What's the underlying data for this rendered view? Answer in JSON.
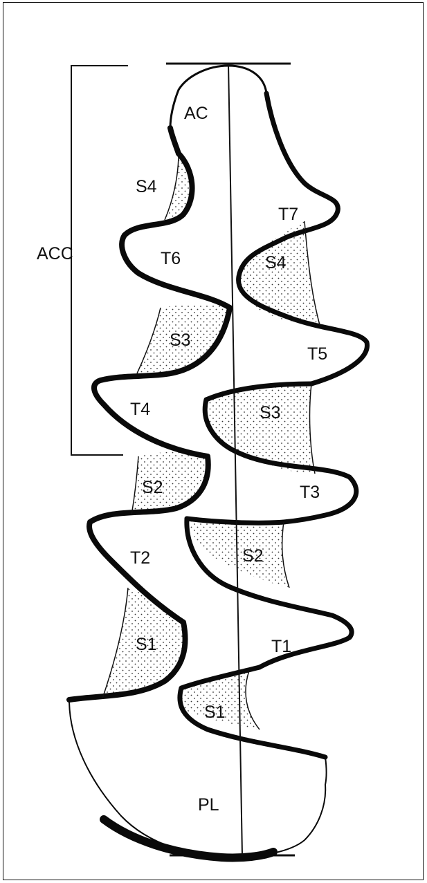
{
  "diagram": {
    "bracket_label": "ACC",
    "apex_label": "AC",
    "base_label": "PL",
    "left_side": {
      "triangles": [
        "T6",
        "T4",
        "T2"
      ],
      "stipple_labels": [
        "S4",
        "S3",
        "S2",
        "S1"
      ]
    },
    "right_side": {
      "triangles": [
        "T7",
        "T5",
        "T3",
        "T1"
      ],
      "stipple_labels": [
        "S4",
        "S3",
        "S2",
        "S1"
      ]
    },
    "colors": {
      "outline": "#0a0a0a",
      "stipple_dot": "#333333",
      "background": "#ffffff"
    }
  }
}
